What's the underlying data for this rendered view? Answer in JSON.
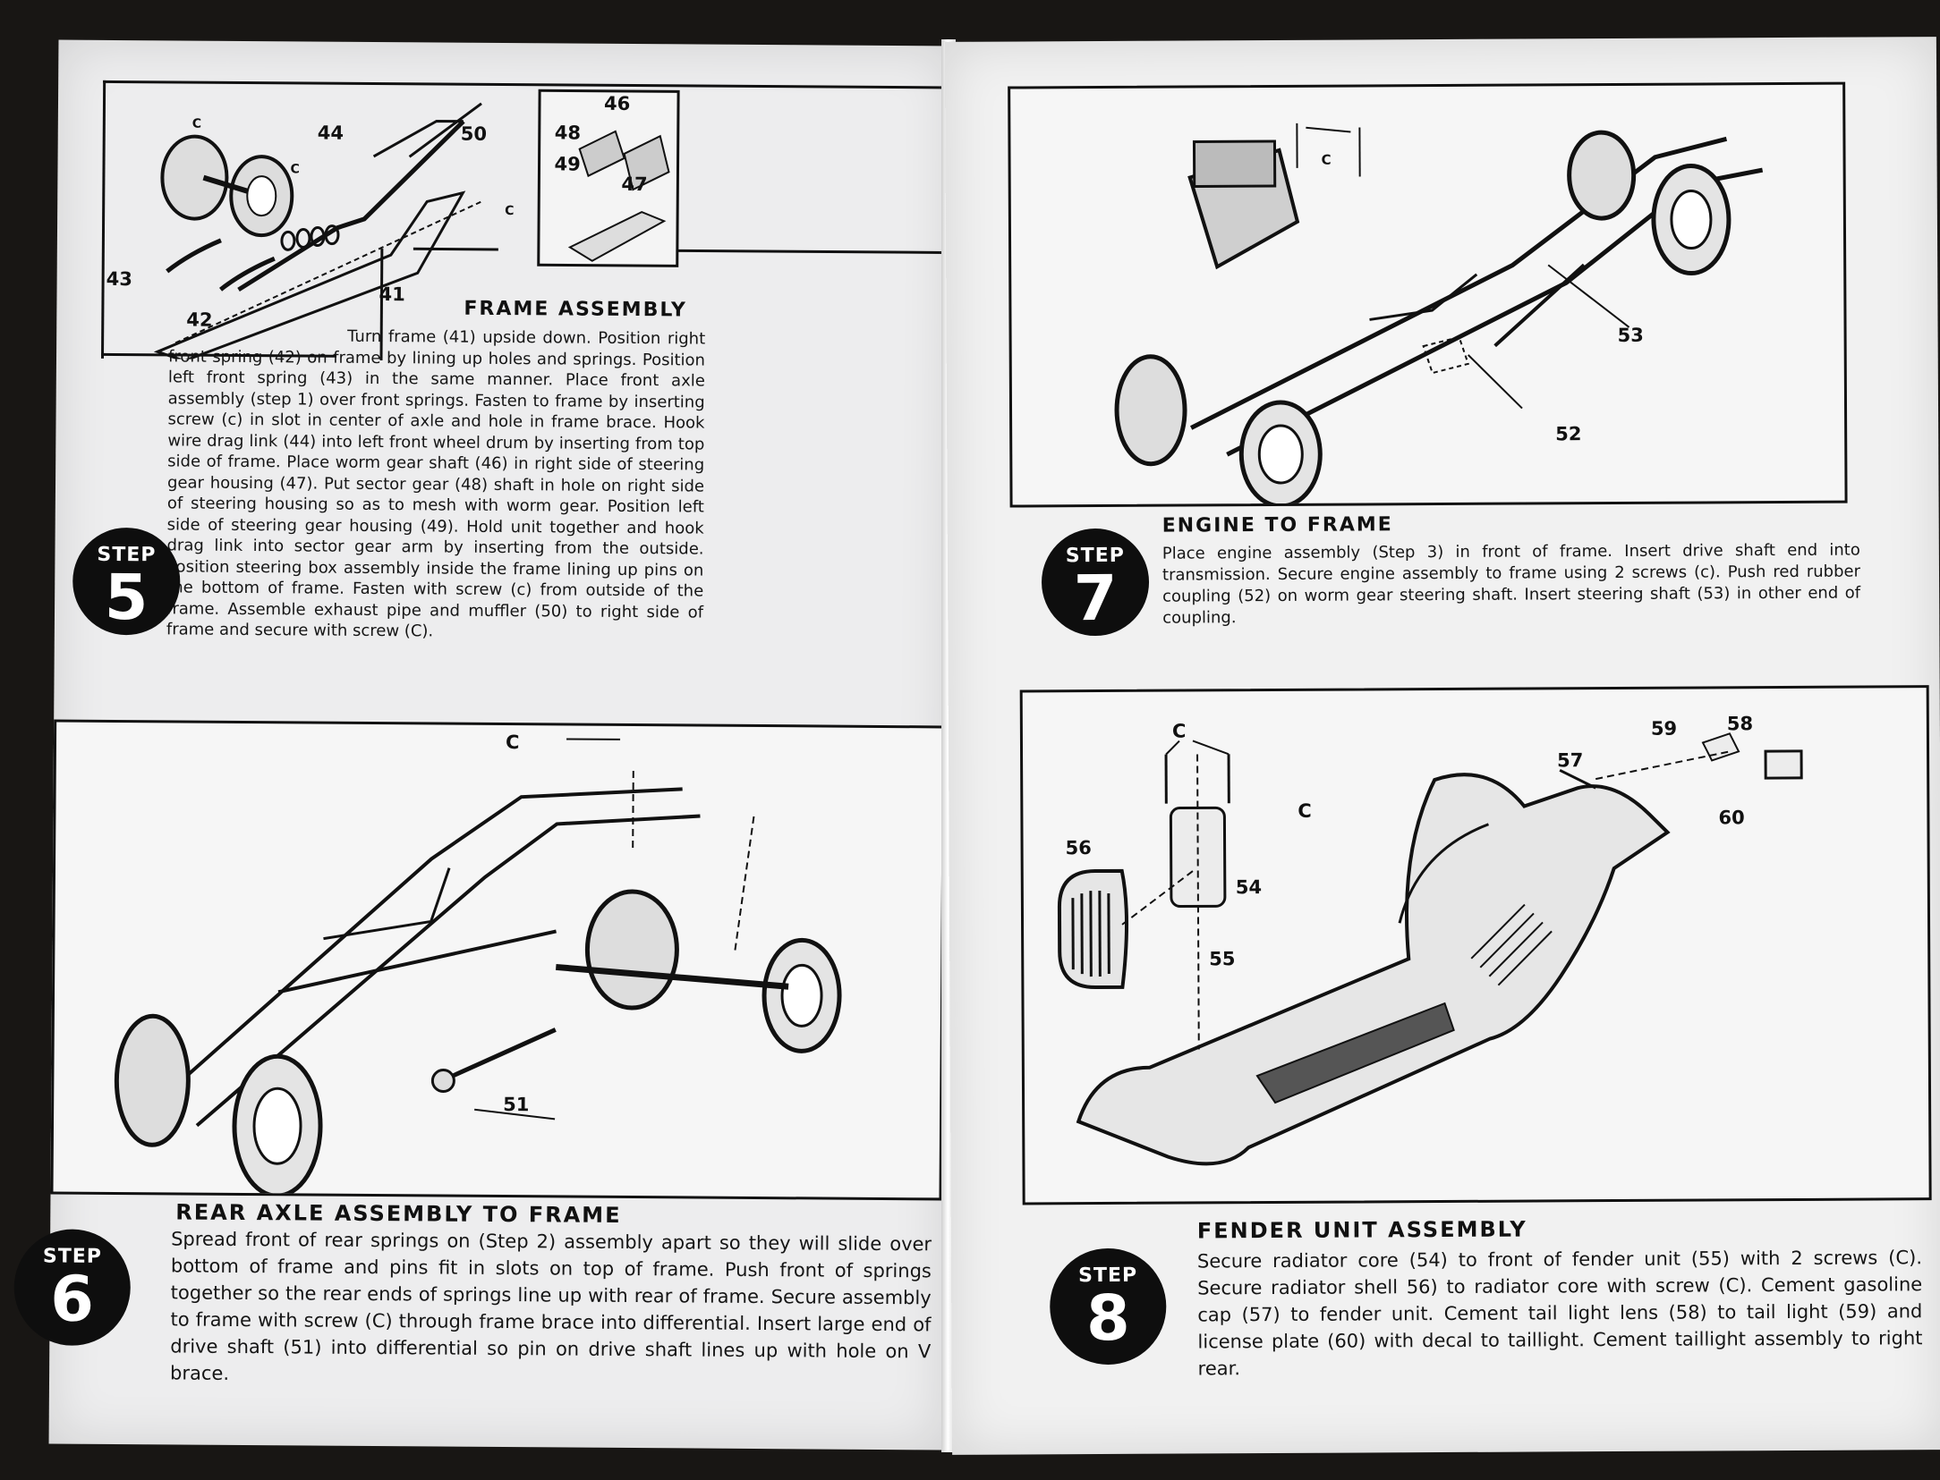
{
  "steps": {
    "step5": {
      "badge_word": "STEP",
      "badge_num": "5",
      "title": "FRAME ASSEMBLY",
      "callouts": [
        "44",
        "50",
        "46",
        "48",
        "49",
        "47",
        "43",
        "42",
        "41",
        "C",
        "C",
        "C"
      ],
      "text": "Turn frame (41) upside down. Position right front spring (42) on frame by lining up holes and springs. Position left front spring (43) in the same manner. Place front axle assembly (step 1) over front springs. Fasten to frame by inserting screw (c) in slot in center of axle and hole in frame brace. Hook wire drag link (44) into left front wheel drum by inserting from top side of frame. Place worm gear shaft (46) in right side of steering gear housing (47). Put sector gear (48) shaft in hole on right side of steering housing so as to mesh with worm gear. Position left side of steering gear housing (49). Hold unit together and hook drag link into sector gear arm by inserting from the outside. Position steering box assembly inside the frame lining up pins on the bottom of frame. Fasten with screw (c) from outside of the frame. Assemble exhaust pipe and muffler (50) to right side of frame and secure with screw (C)."
    },
    "step6": {
      "badge_word": "STEP",
      "badge_num": "6",
      "title": "REAR AXLE ASSEMBLY TO FRAME",
      "callouts": [
        "C",
        "51"
      ],
      "text": "Spread front of rear springs on (Step 2) assembly apart so they will slide over bottom of frame and pins fit in slots on top of frame. Push front of springs together so the rear ends of springs line up with rear of frame. Secure assembly to frame with screw (C) through frame brace into differential. Insert large end of drive shaft (51) into differential so pin on drive shaft lines up with hole on V brace."
    },
    "step7": {
      "badge_word": "STEP",
      "badge_num": "7",
      "title": "ENGINE TO FRAME",
      "callouts": [
        "C",
        "53",
        "52"
      ],
      "text": "Place engine assembly (Step 3) in front of frame. Insert drive shaft end into transmission. Secure engine assembly to frame using 2 screws (c). Push red rubber coupling (52) on worm gear steering shaft. Insert steering shaft (53) in other end of coupling."
    },
    "step8": {
      "badge_word": "STEP",
      "badge_num": "8",
      "title": "FENDER UNIT ASSEMBLY",
      "callouts": [
        "C",
        "C",
        "56",
        "54",
        "55",
        "57",
        "59",
        "58",
        "60"
      ],
      "text": "Secure radiator core (54) to front of fender unit (55) with 2 screws (C). Secure radiator shell 56) to radiator core with screw (C). Cement gasoline cap (57) to fender unit. Cement tail light lens (58) to tail light (59) and license plate (60) with decal to taillight. Cement taillight assembly to right rear."
    }
  }
}
